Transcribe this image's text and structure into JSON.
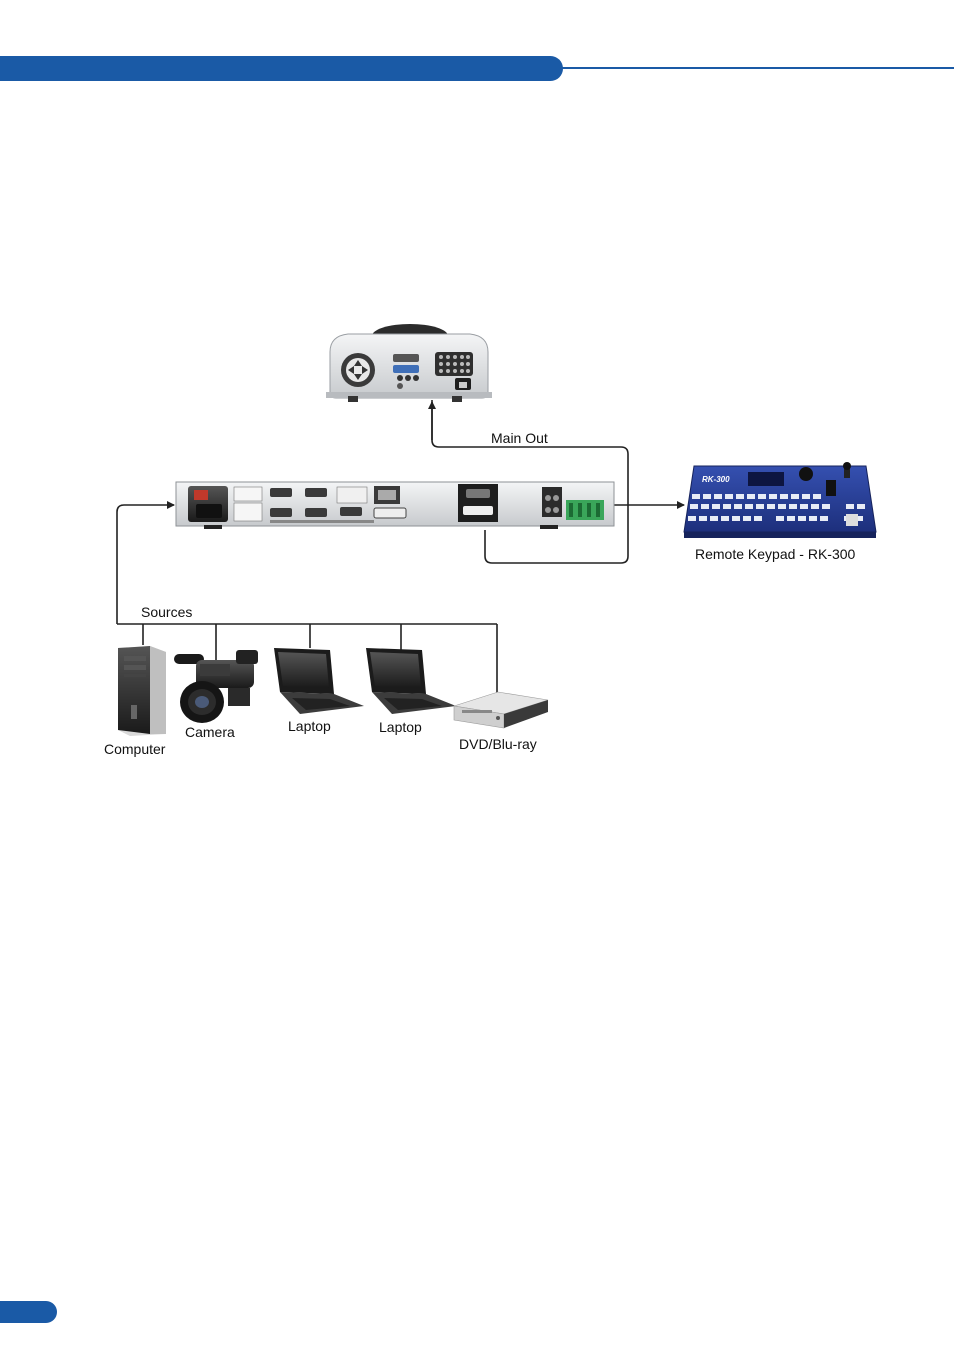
{
  "diagram": {
    "labels": {
      "main_out": "Main Out",
      "remote_keypad": "Remote Keypad - RK-300",
      "sources": "Sources",
      "computer": "Computer",
      "camera": "Camera",
      "laptop_1": "Laptop",
      "laptop_2": "Laptop",
      "dvd": "DVD/Blu-ray"
    },
    "keypad_brand": "RK-300"
  },
  "colors": {
    "accent": "#1a5aa6",
    "keypad_blue": "#24398f",
    "device_silver": "#dadcdf",
    "line": "#222222"
  }
}
